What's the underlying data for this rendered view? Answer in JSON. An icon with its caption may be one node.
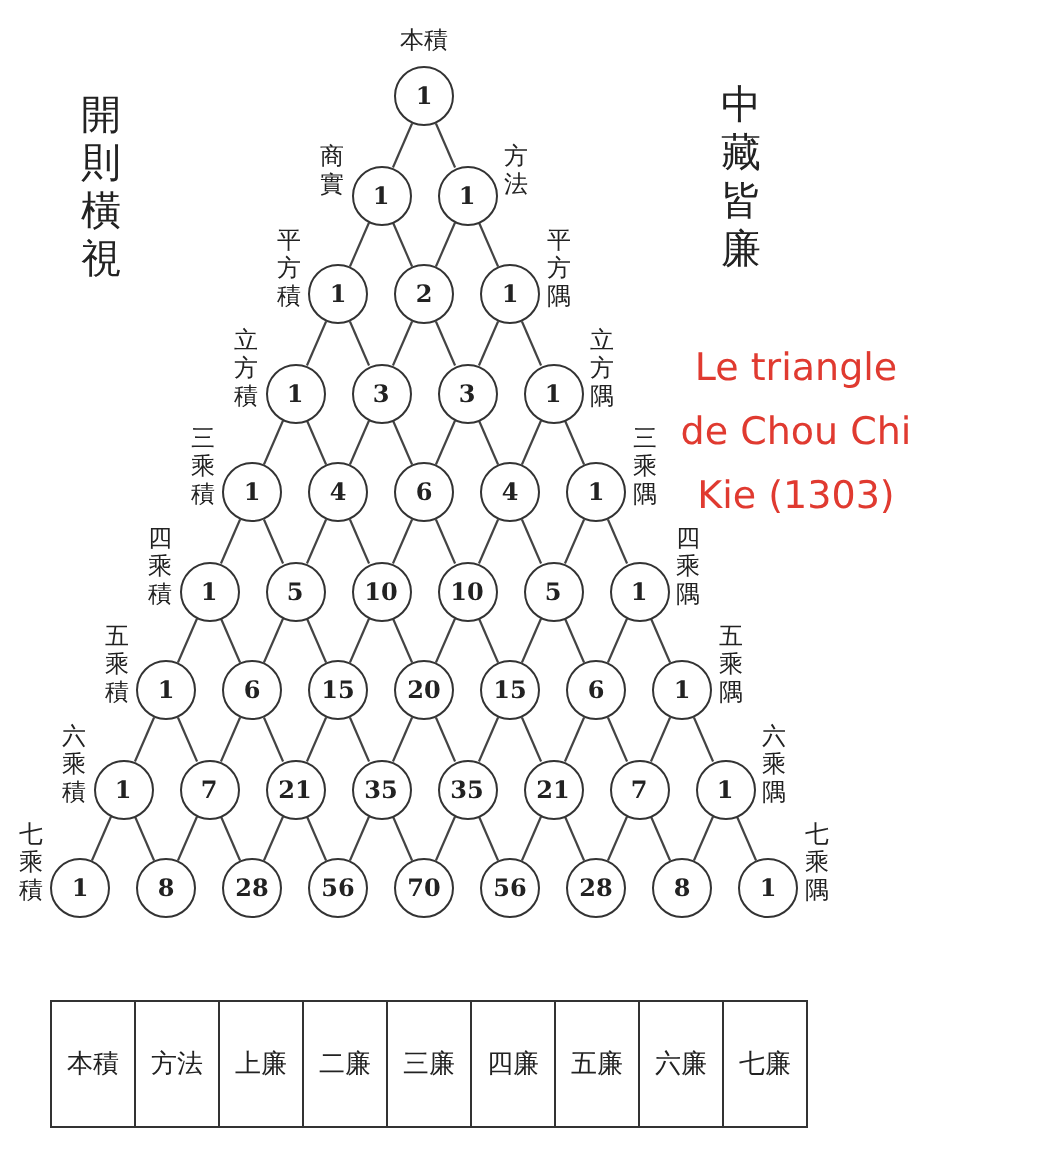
{
  "diagram": {
    "nodes": [
      {
        "text": [
          "1"
        ],
        "beside": [
          "本積"
        ]
      },
      {
        "text": [
          "1"
        ],
        "beside": [
          "商實"
        ]
      },
      {
        "text": [
          "1"
        ],
        "beside": [
          "方法"
        ]
      },
      {
        "text": [
          "1"
        ],
        "beside": [
          "平方積"
        ]
      },
      {
        "text": [
          "2"
        ]
      },
      {
        "text": [
          "1"
        ],
        "beside": [
          "平方隅"
        ]
      },
      {
        "text": [
          "1"
        ],
        "beside": [
          "立方積"
        ]
      },
      {
        "text": [
          "3"
        ]
      },
      {
        "text": [
          "3"
        ]
      },
      {
        "text": [
          "1"
        ],
        "beside": [
          "立方隅"
        ]
      },
      {
        "text": [
          "1"
        ],
        "beside": [
          "三乘積"
        ]
      },
      {
        "text": [
          "4"
        ]
      },
      {
        "text": [
          "6"
        ]
      },
      {
        "text": [
          "4"
        ]
      },
      {
        "text": [
          "1"
        ],
        "beside": [
          "三乘隅"
        ]
      },
      {
        "text": [
          "1"
        ],
        "beside": [
          "四乘積"
        ]
      },
      {
        "text": [
          "5"
        ]
      },
      {
        "text": [
          "10"
        ]
      },
      {
        "text": [
          "10"
        ]
      },
      {
        "text": [
          "5"
        ]
      },
      {
        "text": [
          "1"
        ],
        "beside": [
          "四乘隅"
        ]
      },
      {
        "text": [
          "1"
        ],
        "beside": [
          "五乘積"
        ]
      },
      {
        "text": [
          "6"
        ]
      },
      {
        "text": [
          "15"
        ]
      },
      {
        "text": [
          "20"
        ]
      },
      {
        "text": [
          "15"
        ]
      },
      {
        "text": [
          "6"
        ]
      },
      {
        "text": [
          "1"
        ],
        "beside": [
          "五乘隅"
        ]
      },
      {
        "text": [
          "1"
        ],
        "beside": [
          "六乘積"
        ]
      },
      {
        "text": [
          "7"
        ]
      },
      {
        "text": [
          "21"
        ]
      },
      {
        "text": [
          "35"
        ]
      },
      {
        "text": [
          "35"
        ]
      },
      {
        "text": [
          "21"
        ]
      },
      {
        "text": [
          "7"
        ]
      },
      {
        "text": [
          "1"
        ],
        "beside": [
          "六乘隅"
        ]
      },
      {
        "text": [
          "1"
        ],
        "beside": [
          "七乘積"
        ]
      },
      {
        "text": [
          "8"
        ]
      },
      {
        "text": [
          "28"
        ]
      },
      {
        "text": [
          "56"
        ]
      },
      {
        "text": [
          "70"
        ]
      },
      {
        "text": [
          "56"
        ]
      },
      {
        "text": [
          "28"
        ]
      },
      {
        "text": [
          "8"
        ]
      },
      {
        "text": [
          "1"
        ],
        "beside": [
          "七乘隅"
        ]
      }
    ],
    "edges": [
      {
        "from": 0,
        "to": 1,
        "arrow": "none"
      },
      {
        "from": 0,
        "to": 2,
        "arrow": "none"
      },
      {
        "from": 1,
        "to": 3,
        "arrow": "none"
      },
      {
        "from": 1,
        "to": 4,
        "arrow": "none"
      },
      {
        "from": 2,
        "to": 4,
        "arrow": "none"
      },
      {
        "from": 2,
        "to": 5,
        "arrow": "none"
      },
      {
        "from": 3,
        "to": 6,
        "arrow": "none"
      },
      {
        "from": 3,
        "to": 7,
        "arrow": "none"
      },
      {
        "from": 4,
        "to": 7,
        "arrow": "none"
      },
      {
        "from": 4,
        "to": 8,
        "arrow": "none"
      },
      {
        "from": 5,
        "to": 8,
        "arrow": "none"
      },
      {
        "from": 5,
        "to": 9,
        "arrow": "none"
      },
      {
        "from": 6,
        "to": 10,
        "arrow": "none"
      },
      {
        "from": 6,
        "to": 11,
        "arrow": "none"
      },
      {
        "from": 7,
        "to": 11,
        "arrow": "none"
      },
      {
        "from": 7,
        "to": 12,
        "arrow": "none"
      },
      {
        "from": 8,
        "to": 12,
        "arrow": "none"
      },
      {
        "from": 8,
        "to": 13,
        "arrow": "none"
      },
      {
        "from": 9,
        "to": 13,
        "arrow": "none"
      },
      {
        "from": 9,
        "to": 14,
        "arrow": "none"
      },
      {
        "from": 10,
        "to": 15,
        "arrow": "none"
      },
      {
        "from": 10,
        "to": 16,
        "arrow": "none"
      },
      {
        "from": 11,
        "to": 16,
        "arrow": "none"
      },
      {
        "from": 11,
        "to": 17,
        "arrow": "none"
      },
      {
        "from": 12,
        "to": 17,
        "arrow": "none"
      },
      {
        "from": 12,
        "to": 18,
        "arrow": "none"
      },
      {
        "from": 13,
        "to": 18,
        "arrow": "none"
      },
      {
        "from": 13,
        "to": 19,
        "arrow": "none"
      },
      {
        "from": 14,
        "to": 19,
        "arrow": "none"
      },
      {
        "from": 14,
        "to": 20,
        "arrow": "none"
      },
      {
        "from": 15,
        "to": 21,
        "arrow": "none"
      },
      {
        "from": 15,
        "to": 22,
        "arrow": "none"
      },
      {
        "from": 16,
        "to": 22,
        "arrow": "none"
      },
      {
        "from": 16,
        "to": 23,
        "arrow": "none"
      },
      {
        "from": 17,
        "to": 23,
        "arrow": "none"
      },
      {
        "from": 17,
        "to": 24,
        "arrow": "none"
      },
      {
        "from": 18,
        "to": 24,
        "arrow": "none"
      },
      {
        "from": 18,
        "to": 25,
        "arrow": "none"
      },
      {
        "from": 19,
        "to": 25,
        "arrow": "none"
      },
      {
        "from": 19,
        "to": 26,
        "arrow": "none"
      },
      {
        "from": 20,
        "to": 26,
        "arrow": "none"
      },
      {
        "from": 20,
        "to": 27,
        "arrow": "none"
      },
      {
        "from": 21,
        "to": 28,
        "arrow": "none"
      },
      {
        "from": 21,
        "to": 29,
        "arrow": "none"
      },
      {
        "from": 22,
        "to": 29,
        "arrow": "none"
      },
      {
        "from": 22,
        "to": 30,
        "arrow": "none"
      },
      {
        "from": 23,
        "to": 30,
        "arrow": "none"
      },
      {
        "from": 23,
        "to": 31,
        "arrow": "none"
      },
      {
        "from": 24,
        "to": 31,
        "arrow": "none"
      },
      {
        "from": 24,
        "to": 32,
        "arrow": "none"
      },
      {
        "from": 25,
        "to": 32,
        "arrow": "none"
      },
      {
        "from": 25,
        "to": 33,
        "arrow": "none"
      },
      {
        "from": 26,
        "to": 33,
        "arrow": "none"
      },
      {
        "from": 26,
        "to": 34,
        "arrow": "none"
      },
      {
        "from": 27,
        "to": 34,
        "arrow": "none"
      },
      {
        "from": 27,
        "to": 35,
        "arrow": "none"
      },
      {
        "from": 28,
        "to": 36,
        "arrow": "none"
      },
      {
        "from": 28,
        "to": 37,
        "arrow": "none"
      },
      {
        "from": 29,
        "to": 37,
        "arrow": "none"
      },
      {
        "from": 29,
        "to": 38,
        "arrow": "none"
      },
      {
        "from": 30,
        "to": 38,
        "arrow": "none"
      },
      {
        "from": 30,
        "to": 39,
        "arrow": "none"
      },
      {
        "from": 31,
        "to": 39,
        "arrow": "none"
      },
      {
        "from": 31,
        "to": 40,
        "arrow": "none"
      },
      {
        "from": 32,
        "to": 40,
        "arrow": "none"
      },
      {
        "from": 32,
        "to": 41,
        "arrow": "none"
      },
      {
        "from": 33,
        "to": 41,
        "arrow": "none"
      },
      {
        "from": 33,
        "to": 42,
        "arrow": "none"
      },
      {
        "from": 34,
        "to": 42,
        "arrow": "none"
      },
      {
        "from": 34,
        "to": 43,
        "arrow": "none"
      },
      {
        "from": 35,
        "to": 43,
        "arrow": "none"
      },
      {
        "from": 35,
        "to": 44,
        "arrow": "none"
      }
    ],
    "labels": [
      "開則橫視",
      "中藏皆廉",
      "Le triangle de Chou Chi Kie (1303)",
      "本積",
      "方法",
      "上廉",
      "二廉",
      "三廉",
      "四廉",
      "五廉",
      "六廉",
      "七廉"
    ]
  }
}
